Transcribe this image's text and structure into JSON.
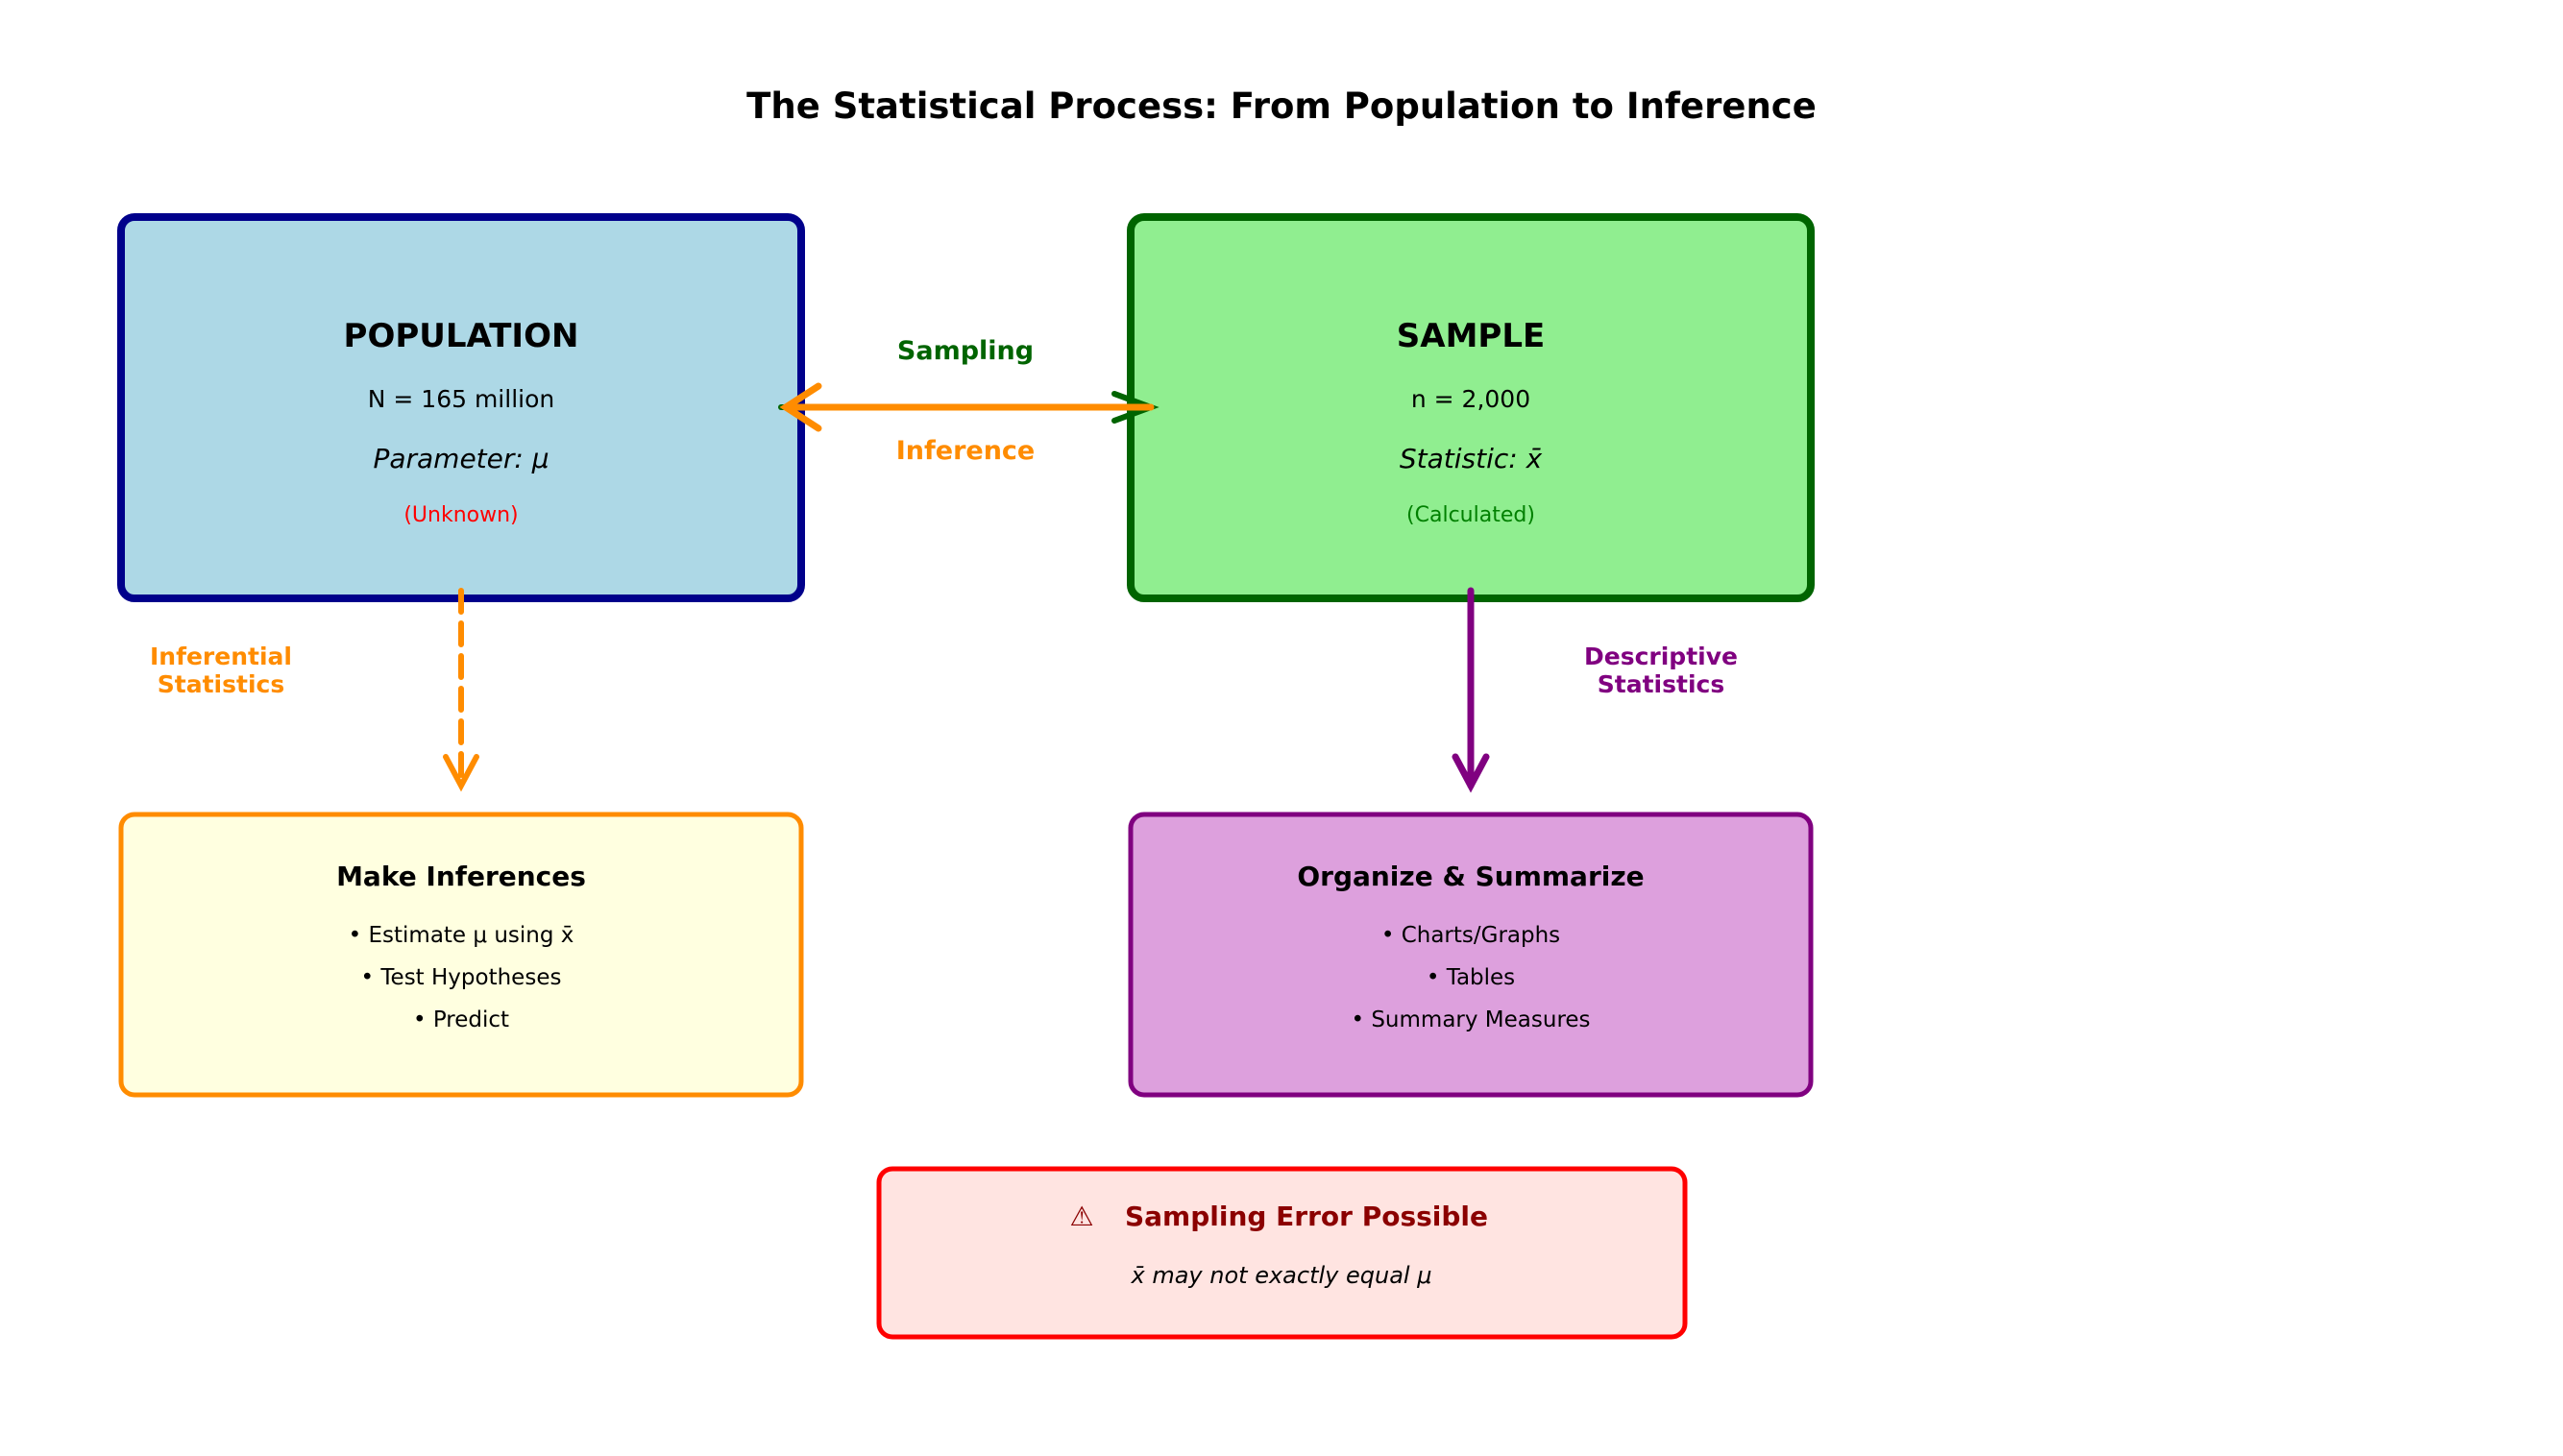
{
  "title": "The Statistical Process: From Population to Inference",
  "population": {
    "heading": "POPULATION",
    "size": "N = 165 million",
    "param": "Parameter: μ",
    "status": "(Unknown)"
  },
  "sample": {
    "heading": "SAMPLE",
    "size": "n = 2,000",
    "stat": "Statistic: x̄",
    "status": "(Calculated)"
  },
  "arrows": {
    "sampling": "Sampling",
    "inference": "Inference",
    "inferential": [
      "Inferential",
      "Statistics"
    ],
    "descriptive": [
      "Descriptive",
      "Statistics"
    ]
  },
  "inferences": {
    "heading": "Make Inferences",
    "items": [
      "• Estimate μ using x̄",
      "• Test Hypotheses",
      "• Predict"
    ]
  },
  "summarize": {
    "heading": "Organize & Summarize",
    "items": [
      "• Charts/Graphs",
      "• Tables",
      "• Summary Measures"
    ]
  },
  "warning": {
    "icon": "⚠",
    "heading": "Sampling Error Possible",
    "text": "x̄ may not exactly equal μ"
  },
  "colors": {
    "navy": "#00008b",
    "lightblue": "#add8e6",
    "darkgreen": "#006400",
    "lightgreen": "#90ee90",
    "orange": "#ff8c00",
    "purple": "#800080",
    "plum": "#dda0dd",
    "red": "#ff0000",
    "darkred": "#8b0000"
  }
}
